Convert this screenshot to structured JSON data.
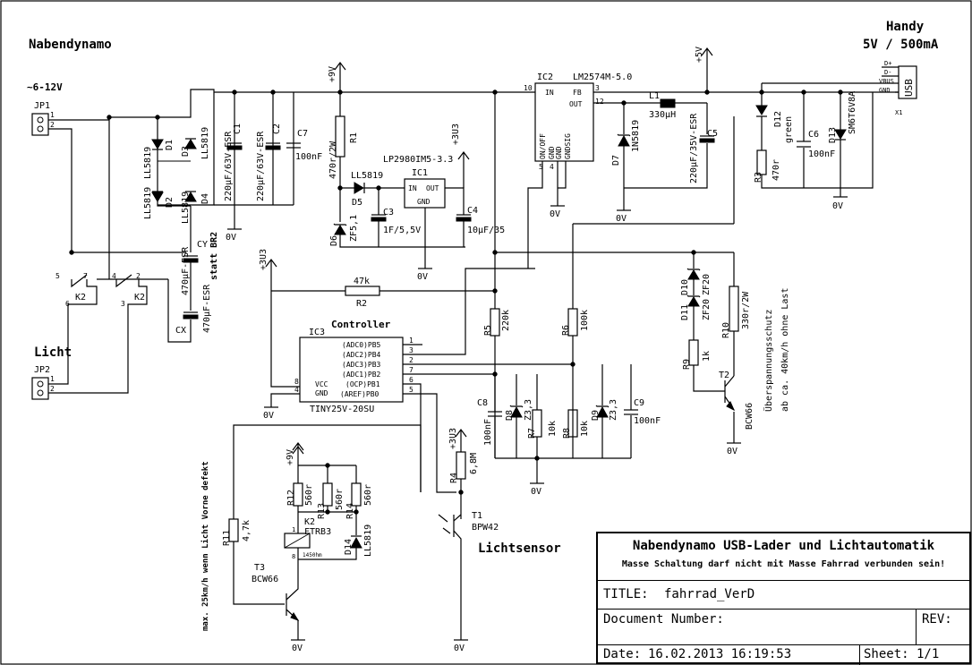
{
  "headings": {
    "nabendynamo": "Nabendynamo",
    "input_voltage": "~6-12V",
    "licht": "Licht",
    "handy": "Handy",
    "handy_spec": "5V / 500mA",
    "controller": "Controller",
    "lichtsensor": "Lichtsensor",
    "statt_br2": "statt BR2",
    "overvoltage_note": "Überspannungsschutz",
    "overvoltage_note2": "ab ca. 40km/h ohne Last",
    "speed_note": "max. 25km/h wenn Licht Vorne defekt"
  },
  "connectors": {
    "jp1": "JP1",
    "jp2": "JP2",
    "usb": "USB",
    "x1": "X1",
    "usb_pins": [
      "D+",
      "D-",
      "VBUS",
      "GND"
    ],
    "pin1": "1",
    "pin2": "2"
  },
  "rails": {
    "p9v": "+9V",
    "p5v": "+5V",
    "p3v3": "+3U3",
    "gnd": "0V"
  },
  "parts": {
    "d1": "D1",
    "d2": "D2",
    "d3": "D3",
    "d4": "D4",
    "ll5819": "LL5819",
    "c1": "C1",
    "c1v": "220µF/63V-ESR",
    "c2": "C2",
    "c2v": "220µF/63V-ESR",
    "c7": "C7",
    "c7v": "100nF",
    "cy": "CY",
    "cyv": "470µF-ESR",
    "cx": "CX",
    "cxv": "470µF-ESR",
    "k2": "K2",
    "k2type": "FTRB3",
    "k2res": "1450hm",
    "r1": "R1",
    "r1v": "470r/2W",
    "d5": "D5",
    "d6": "D6",
    "d6v": "ZF5,1",
    "c3": "C3",
    "c3v": "1F/5,5V",
    "ic1": "IC1",
    "ic1v": "LP2980IM5-3.3",
    "ic1in": "IN",
    "ic1out": "OUT",
    "ic1gnd": "GND",
    "c4": "C4",
    "c4v": "10µF/35",
    "ic2": "IC2",
    "ic2v": "LM2574M-5.0",
    "ic2pins": [
      "IN",
      "FB",
      "OUT",
      "ON/OFF",
      "GND",
      "GND",
      "GNDSIG"
    ],
    "l1": "L1",
    "l1v": "330µH",
    "d7": "D7",
    "d7v": "1N5819",
    "c5": "C5",
    "c5v": "220µF/35V-ESR",
    "d12": "D12",
    "d12v": "green",
    "r3": "R3",
    "r3v": "470r",
    "c6": "C6",
    "c6v": "100nF",
    "d13": "D13",
    "d13v": "SM6T6V8A",
    "r2": "R2",
    "r2v": "47k",
    "ic3": "IC3",
    "ic3v": "TINY25V-20SU",
    "ic3pins": [
      "(ADC0)PB5",
      "(ADC2)PB4",
      "(ADC3)PB3",
      "(ADC1)PB2",
      "(OCP)PB1",
      "(AREF)PB0",
      "VCC",
      "GND"
    ],
    "r5": "R5",
    "r5v": "220k",
    "r6": "R6",
    "r6v": "100k",
    "c8": "C8",
    "c8v": "100nF",
    "d8": "D8",
    "d8v": "Z3,3",
    "r7": "R7",
    "r7v": "10k",
    "r8": "R8",
    "r8v": "10k",
    "d9": "D9",
    "d9v": "Z3,3",
    "c9": "C9",
    "c9v": "100nF",
    "d10": "D10",
    "d10v": "ZF20",
    "d11": "D11",
    "d11v": "ZF20",
    "r9": "R9",
    "r9v": "1k",
    "r10": "R10",
    "r10v": "330r/2W",
    "t2": "T2",
    "t2v": "BCW66",
    "r4": "R4",
    "r4v": "6,8M",
    "t1": "T1",
    "t1v": "BPW42",
    "r11": "R11",
    "r11v": "4,7k",
    "t3": "T3",
    "t3v": "BCW66",
    "r12": "R12",
    "r12v": "560r",
    "r13": "R13",
    "r13v": "560r",
    "r14": "R14",
    "r14v": "560r",
    "d14": "D14"
  },
  "title_block": {
    "main_title": "Nabendynamo USB-Lader und Lichtautomatik",
    "warning": "Masse Schaltung darf nicht mit Masse Fahrrad verbunden sein!",
    "title_label": "TITLE:",
    "title_value": "fahrrad_VerD",
    "docnum_label": "Document Number:",
    "rev_label": "REV:",
    "date_label": "Date:",
    "date_value": "16.02.2013 16:19:53",
    "sheet_label": "Sheet:",
    "sheet_value": "1/1"
  },
  "colors": {
    "ink": "#000000",
    "paper": "#ffffff"
  }
}
